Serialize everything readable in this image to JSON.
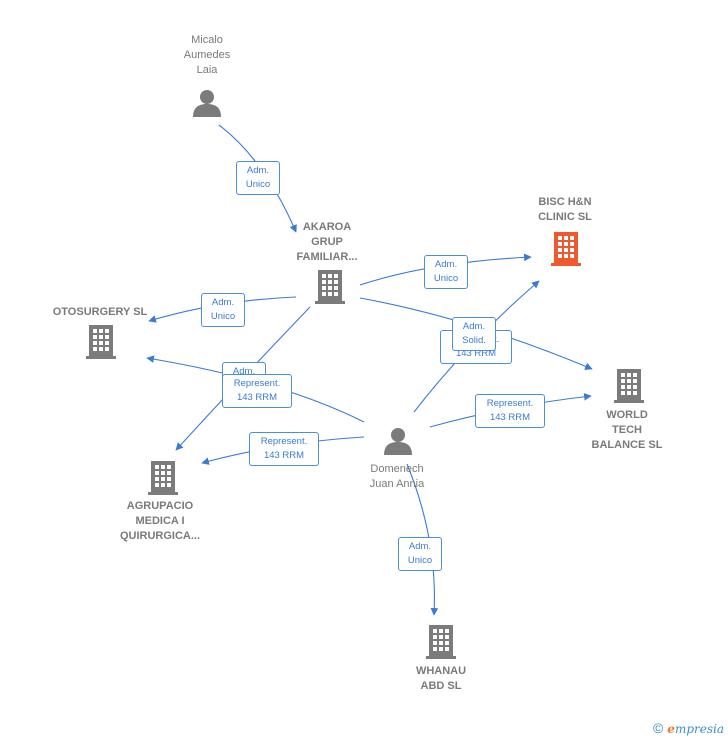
{
  "colors": {
    "edge": "#3a7bd5",
    "company": "#7b7b7b",
    "focus": "#ee5a2e",
    "person": "#7b7b7b"
  },
  "nodes": {
    "micalo": {
      "label": "Micalo\nAumedes\nLaia",
      "icon": "person-icon"
    },
    "akaroa": {
      "label": "AKAROA\nGRUP\nFAMILIAR...",
      "icon": "building-icon"
    },
    "bisc": {
      "label": "BISC H&N\nCLINIC  SL",
      "icon": "building-icon-highlighted"
    },
    "otosurgery": {
      "label": "OTOSURGERY SL",
      "icon": "building-icon"
    },
    "world": {
      "label": "WORLD\nTECH\nBALANCE  SL",
      "icon": "building-icon"
    },
    "domenech": {
      "label": "Domenech\nJuan Annia",
      "icon": "person-icon"
    },
    "agrupacio": {
      "label": "AGRUPACIO\nMEDICA I\nQUIRURGICA...",
      "icon": "building-icon"
    },
    "whanau": {
      "label": "WHANAU\nABD  SL",
      "icon": "building-icon"
    }
  },
  "edges": [
    {
      "id": "micalo-akaroa",
      "label": "Adm.\nUnico"
    },
    {
      "id": "akaroa-bisc",
      "label": "Adm.\nUnico"
    },
    {
      "id": "akaroa-otosurgery",
      "label": "Adm.\nUnico"
    },
    {
      "id": "akaroa-agrupacio",
      "label": "Adm.\nUnico"
    },
    {
      "id": "akaroa-world",
      "label": "Represent.\n143 RRM"
    },
    {
      "id": "domenech-bisc",
      "label": "Adm.\nSolid."
    },
    {
      "id": "domenech-otosurgery",
      "label": "Represent.\n143 RRM"
    },
    {
      "id": "domenech-agrupacio",
      "label": "Represent.\n143 RRM"
    },
    {
      "id": "domenech-world",
      "label": "Represent.\n143 RRM"
    },
    {
      "id": "domenech-whanau",
      "label": "Adm.\nUnico"
    }
  ],
  "footer": {
    "copyright": "©",
    "brand_initial": "e",
    "brand_rest": "mpresia"
  }
}
